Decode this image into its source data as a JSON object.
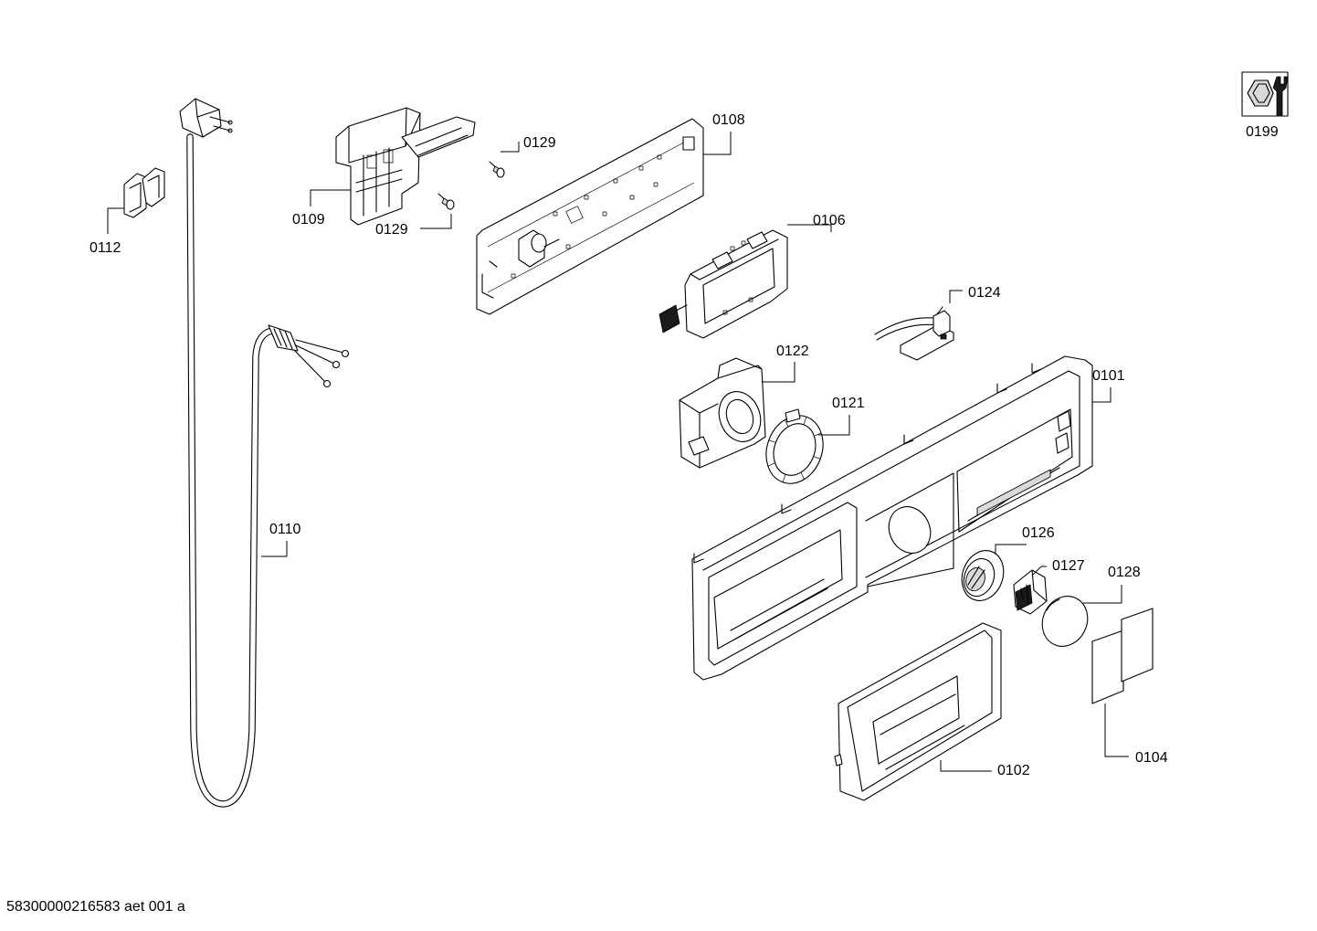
{
  "document_id": "58300000216583 aet 001 a",
  "service_icon": {
    "icon": "service-tool-icon",
    "label": "0199"
  },
  "parts": [
    {
      "id": "0101",
      "icon": "control-panel-fascia"
    },
    {
      "id": "0102",
      "icon": "detergent-drawer-handle"
    },
    {
      "id": "0104",
      "icon": "label-sheets"
    },
    {
      "id": "0106",
      "icon": "display-module"
    },
    {
      "id": "0108",
      "icon": "control-circuit-board"
    },
    {
      "id": "0109",
      "icon": "module-holder-bracket"
    },
    {
      "id": "0110",
      "icon": "mains-power-cable"
    },
    {
      "id": "0112",
      "icon": "cable-clip"
    },
    {
      "id": "0121",
      "icon": "knob-ring"
    },
    {
      "id": "0122",
      "icon": "selector-holder"
    },
    {
      "id": "0124",
      "icon": "sensor-wire-harness"
    },
    {
      "id": "0126",
      "icon": "programme-selector-knob"
    },
    {
      "id": "0127",
      "icon": "knob-adapter"
    },
    {
      "id": "0128",
      "icon": "knob-cap"
    },
    {
      "id": "0129",
      "icon": "screw"
    },
    {
      "id": "0129",
      "icon": "screw"
    }
  ]
}
